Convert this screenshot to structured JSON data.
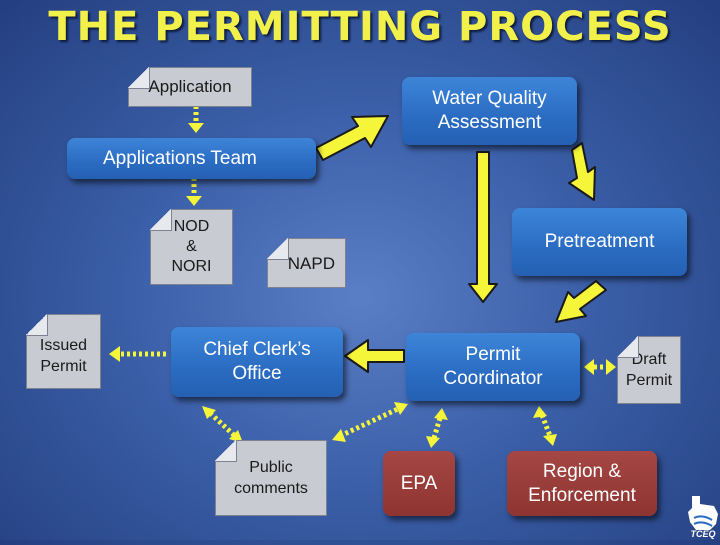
{
  "title": "THE PERMITTING PROCESS",
  "nodes": {
    "application": "Application",
    "water_quality_assessment": "Water Quality\nAssessment",
    "applications_team": "Applications Team",
    "nod_nori": "NOD\n&\nNORI",
    "napd": "NAPD",
    "pretreatment": "Pretreatment",
    "issued_permit": "Issued\nPermit",
    "chief_clerks_office": "Chief Clerk’s\nOffice",
    "permit_coordinator": "Permit\nCoordinator",
    "draft_permit": "Draft\nPermit",
    "public_comments": "Public\ncomments",
    "epa": "EPA",
    "region_enforcement": "Region &\nEnforcement"
  },
  "logo": {
    "text": "TCEQ"
  },
  "colors": {
    "title": "#f2f04a",
    "arrow": "#f5f53a",
    "process_box": "#2a6cc2",
    "external_box": "#8e3431",
    "document": "#c9cbd2"
  }
}
